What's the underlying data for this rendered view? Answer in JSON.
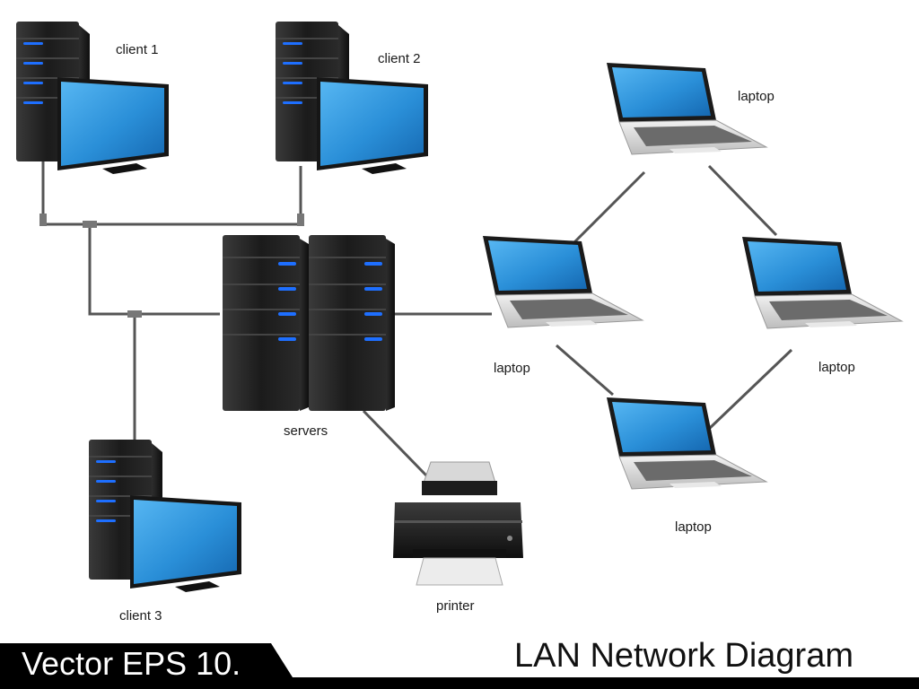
{
  "diagram": {
    "nodes": {
      "client1": {
        "label": "client 1"
      },
      "client2": {
        "label": "client 2"
      },
      "client3": {
        "label": "client 3"
      },
      "servers": {
        "label": "servers"
      },
      "printer": {
        "label": "printer"
      },
      "laptop_top": {
        "label": "laptop"
      },
      "laptop_left": {
        "label": "laptop"
      },
      "laptop_right": {
        "label": "laptop"
      },
      "laptop_bottom": {
        "label": "laptop"
      }
    }
  },
  "footer": {
    "left_text": "Vector EPS 10.",
    "right_text": "LAN Network Diagram"
  },
  "colors": {
    "screen_blue": "#2a8fd8",
    "tower_dark": "#1c1c1c",
    "led_blue": "#1e6fff",
    "cable": "#555555",
    "footer_band": "#000000"
  }
}
